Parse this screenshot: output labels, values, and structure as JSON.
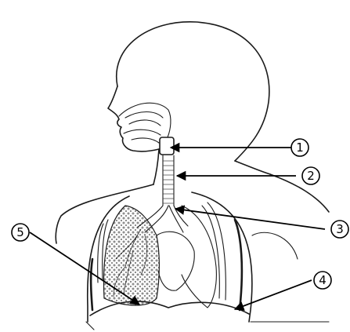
{
  "labels": [
    {
      "id": "1",
      "text": "1",
      "target": "larynx"
    },
    {
      "id": "2",
      "text": "2",
      "target": "trachea"
    },
    {
      "id": "3",
      "text": "3",
      "target": "bronchus"
    },
    {
      "id": "4",
      "text": "4",
      "target": "diaphragm"
    },
    {
      "id": "5",
      "text": "5",
      "target": "lung"
    }
  ],
  "colors": {
    "ink": "#1a1a1a",
    "background": "#ffffff"
  }
}
